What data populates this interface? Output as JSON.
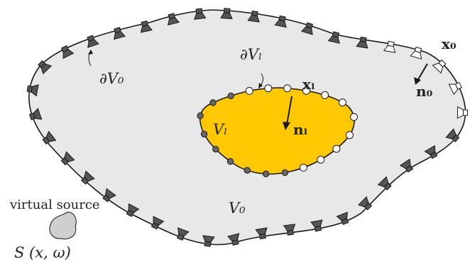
{
  "figure": {
    "outer_region_label": "V₀",
    "outer_boundary_label": "∂V₀",
    "inner_region_label": "Vₗ",
    "inner_boundary_label": "∂Vₗ",
    "outer_point_label": "x₀",
    "outer_normal_label": "n₀",
    "inner_point_label": "xₗ",
    "inner_normal_label": "nₗ",
    "source_caption": "virtual source",
    "source_function": "S (x, ω)"
  },
  "colors": {
    "outer_fill": "#e8e8e8",
    "inner_fill": "#ffc800",
    "outline": "#1a1a1a",
    "speaker_fill": "#555555",
    "speaker_inactive": "#ffffff",
    "mic_grey": "#666666",
    "mic_white": "#ffffff"
  }
}
